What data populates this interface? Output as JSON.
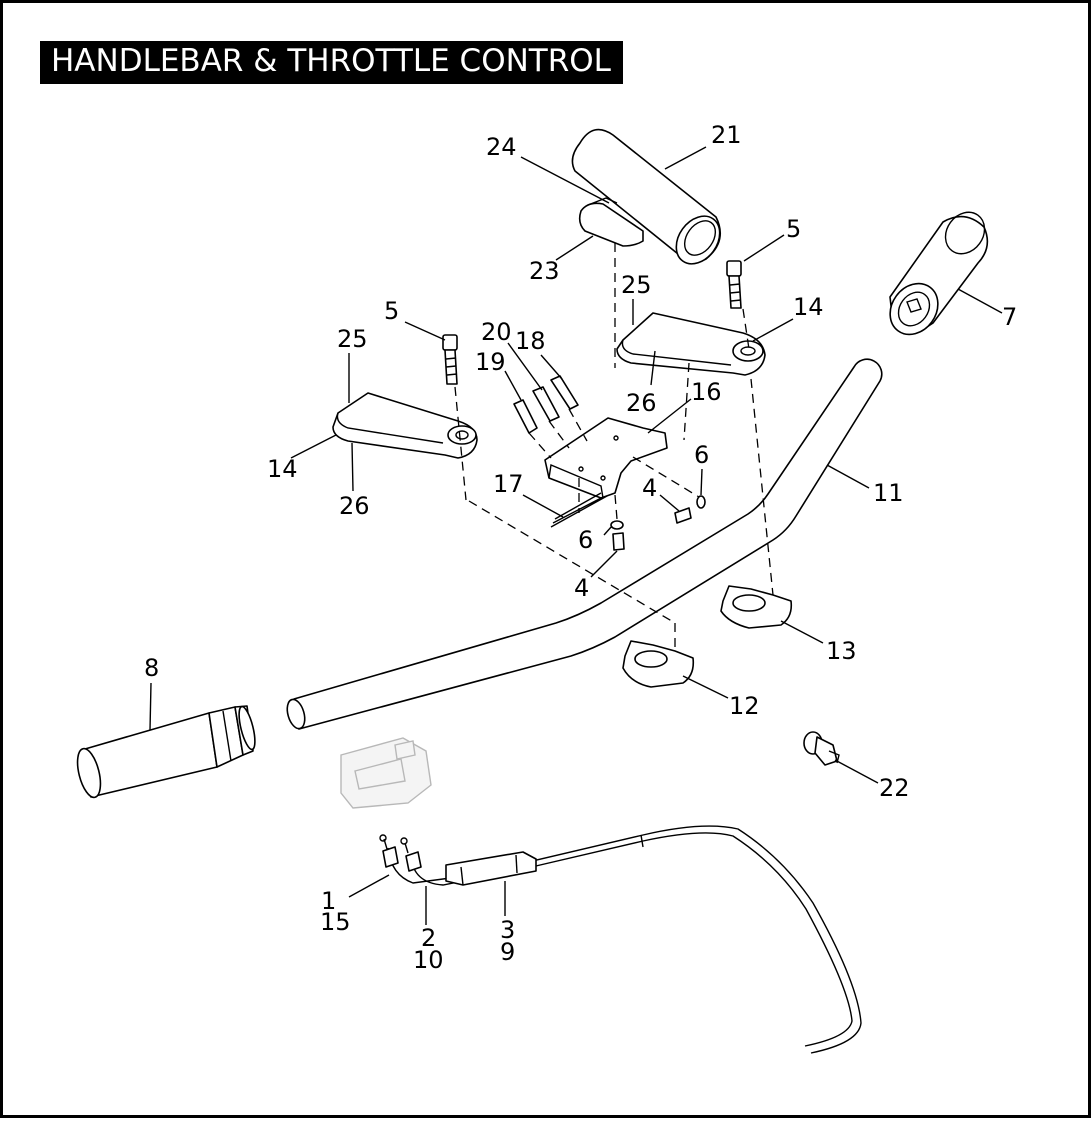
{
  "title": "HANDLEBAR & THROTTLE CONTROL",
  "callouts": [
    {
      "id": "c1",
      "text": "1"
    },
    {
      "id": "c15",
      "text": "15"
    },
    {
      "id": "c2",
      "text": "2"
    },
    {
      "id": "c10",
      "text": "10"
    },
    {
      "id": "c3",
      "text": "3"
    },
    {
      "id": "c9",
      "text": "9"
    },
    {
      "id": "c4a",
      "text": "4"
    },
    {
      "id": "c4b",
      "text": "4"
    },
    {
      "id": "c5a",
      "text": "5"
    },
    {
      "id": "c5b",
      "text": "5"
    },
    {
      "id": "c6a",
      "text": "6"
    },
    {
      "id": "c6b",
      "text": "6"
    },
    {
      "id": "c7",
      "text": "7"
    },
    {
      "id": "c8",
      "text": "8"
    },
    {
      "id": "c11",
      "text": "11"
    },
    {
      "id": "c12",
      "text": "12"
    },
    {
      "id": "c13",
      "text": "13"
    },
    {
      "id": "c14a",
      "text": "14"
    },
    {
      "id": "c14b",
      "text": "14"
    },
    {
      "id": "c16",
      "text": "16"
    },
    {
      "id": "c17",
      "text": "17"
    },
    {
      "id": "c18",
      "text": "18"
    },
    {
      "id": "c19",
      "text": "19"
    },
    {
      "id": "c20",
      "text": "20"
    },
    {
      "id": "c21",
      "text": "21"
    },
    {
      "id": "c22",
      "text": "22"
    },
    {
      "id": "c23",
      "text": "23"
    },
    {
      "id": "c24",
      "text": "24"
    },
    {
      "id": "c25a",
      "text": "25"
    },
    {
      "id": "c25b",
      "text": "25"
    },
    {
      "id": "c26a",
      "text": "26"
    },
    {
      "id": "c26b",
      "text": "26"
    }
  ]
}
